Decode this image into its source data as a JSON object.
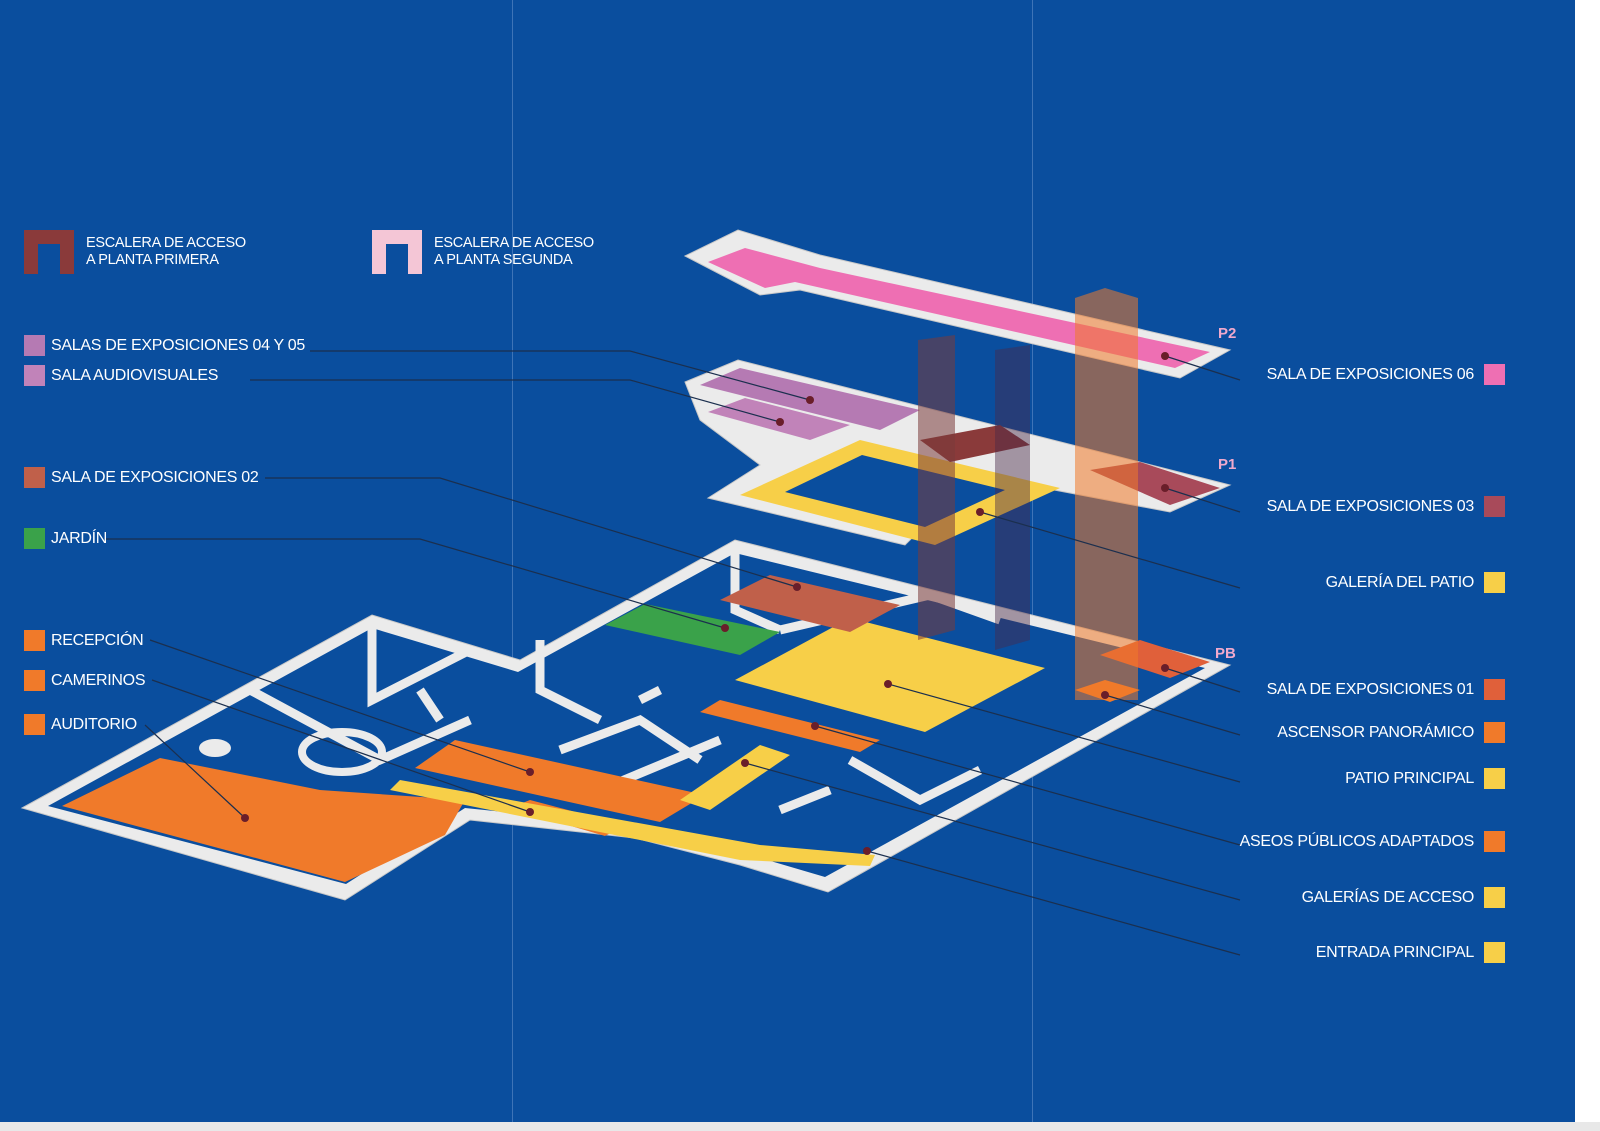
{
  "colors": {
    "background": "#0a4e9e",
    "wall": "#ebebeb",
    "stair_first_floor": "#8a3a3a",
    "stair_second_floor": "#f4c6d6",
    "sala_04_05": "#b57ab3",
    "sala_audiovisuales": "#c183b9",
    "sala_02": "#c0604a",
    "jardin": "#3aa24a",
    "orange": "#f07a2a",
    "yellow": "#f7cf48",
    "sala_06": "#ee6fb3",
    "sala_03": "#a84a5a",
    "sala_01": "#e0603a"
  },
  "stair_legend": [
    {
      "line1": "ESCALERA DE ACCESO",
      "line2": "A PLANTA PRIMERA",
      "color": "#8a3a3a",
      "icon": "stair-first-floor-icon"
    },
    {
      "line1": "ESCALERA DE ACCESO",
      "line2": "A PLANTA SEGUNDA",
      "color": "#f4c6d6",
      "icon": "stair-second-floor-icon"
    }
  ],
  "levels": {
    "p2": "P2",
    "p1": "P1",
    "pb": "PB"
  },
  "left_legend": [
    {
      "label": "SALAS DE EXPOSICIONES 04 Y 05",
      "color": "#b57ab3"
    },
    {
      "label": "SALA AUDIOVISUALES",
      "color": "#c183b9"
    },
    {
      "label": "SALA DE EXPOSICIONES 02",
      "color": "#c0604a"
    },
    {
      "label": "JARDÍN",
      "color": "#3aa24a"
    },
    {
      "label": "RECEPCIÓN",
      "color": "#f07a2a"
    },
    {
      "label": "CAMERINOS",
      "color": "#f07a2a"
    },
    {
      "label": "AUDITORIO",
      "color": "#f07a2a"
    }
  ],
  "right_legend": [
    {
      "label": "SALA DE EXPOSICIONES 06",
      "color": "#ee6fb3"
    },
    {
      "label": "SALA DE EXPOSICIONES 03",
      "color": "#a84a5a"
    },
    {
      "label": "GALERÍA DEL PATIO",
      "color": "#f7cf48"
    },
    {
      "label": "SALA DE EXPOSICIONES 01",
      "color": "#e0603a"
    },
    {
      "label": "ASCENSOR PANORÁMICO",
      "color": "#f07a2a"
    },
    {
      "label": "PATIO PRINCIPAL",
      "color": "#f7cf48"
    },
    {
      "label": "ASEOS PÚBLICOS ADAPTADOS",
      "color": "#f07a2a"
    },
    {
      "label": "GALERÍAS DE ACCESO",
      "color": "#f7cf48"
    },
    {
      "label": "ENTRADA PRINCIPAL",
      "color": "#f7cf48"
    }
  ]
}
